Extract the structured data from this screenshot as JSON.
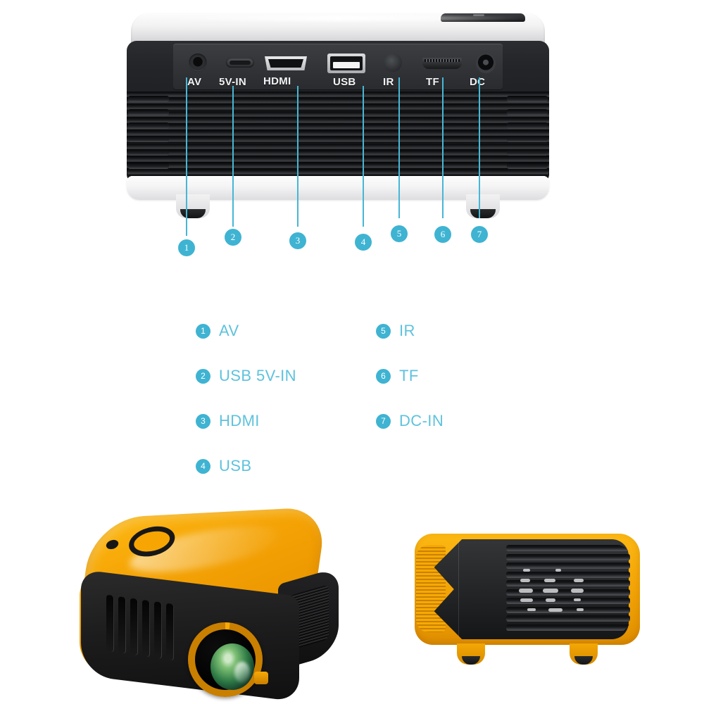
{
  "page": {
    "background_color": "#ffffff",
    "accent_color": "#3fb3d2",
    "legend_text_color": "#5ec2dd",
    "product_colors": {
      "yellow": "#f5a405",
      "black": "#1c1e21",
      "silver": "#e8e9ea"
    }
  },
  "rear_view": {
    "name": "projector-rear-port-panel",
    "port_labels": [
      {
        "id": "av",
        "label": "AV",
        "icon": "audio-video-jack-icon"
      },
      {
        "id": "5v-in",
        "label": "5V-IN",
        "icon": "micro-usb-port-icon"
      },
      {
        "id": "hdmi",
        "label": "HDMI",
        "icon": "hdmi-port-icon"
      },
      {
        "id": "usb",
        "label": "USB",
        "icon": "usb-a-port-icon"
      },
      {
        "id": "ir",
        "label": "IR",
        "icon": "infrared-sensor-icon"
      },
      {
        "id": "tf",
        "label": "TF",
        "icon": "tf-card-slot-icon"
      },
      {
        "id": "dc",
        "label": "DC",
        "icon": "dc-barrel-jack-icon"
      }
    ],
    "callouts": [
      {
        "number": "1"
      },
      {
        "number": "2"
      },
      {
        "number": "3"
      },
      {
        "number": "4"
      },
      {
        "number": "5"
      },
      {
        "number": "6"
      },
      {
        "number": "7"
      }
    ]
  },
  "legend": {
    "left_column": [
      {
        "number": "1",
        "label": "AV"
      },
      {
        "number": "2",
        "label": "USB 5V-IN"
      },
      {
        "number": "3",
        "label": "HDMI"
      },
      {
        "number": "4",
        "label": "USB"
      }
    ],
    "right_column": [
      {
        "number": "5",
        "label": "IR"
      },
      {
        "number": "6",
        "label": "TF"
      },
      {
        "number": "7",
        "label": "DC-IN"
      }
    ]
  },
  "yellow_view": {
    "name": "yellow-projector-three-quarter-view"
  },
  "side_view": {
    "name": "yellow-projector-side-view"
  }
}
